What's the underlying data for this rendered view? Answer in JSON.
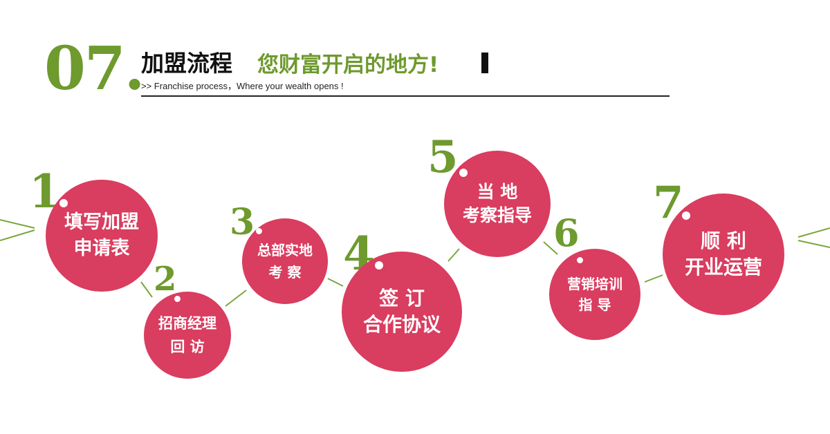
{
  "header": {
    "section_number": "07.",
    "title": "加盟流程",
    "slogan": "您财富开启的地方!",
    "subtitle": ">> Franchise process，Where your wealth opens !"
  },
  "colors": {
    "accent_green": "#6e9a2e",
    "circle_red": "#d93d5f",
    "line_green": "#7aa63a"
  },
  "steps": [
    {
      "number": "1",
      "line1": "填写加盟",
      "line2": "申请表"
    },
    {
      "number": "2",
      "line1": "招商经理",
      "line2": "回 访"
    },
    {
      "number": "3",
      "line1": "总部实地",
      "line2": "考 察"
    },
    {
      "number": "4",
      "line1": "签 订",
      "line2": "合作协议"
    },
    {
      "number": "5",
      "line1": "当 地",
      "line2": "考察指导"
    },
    {
      "number": "6",
      "line1": "营销培训",
      "line2": "指 导"
    },
    {
      "number": "7",
      "line1": "顺 利",
      "line2": "开业运营"
    }
  ]
}
